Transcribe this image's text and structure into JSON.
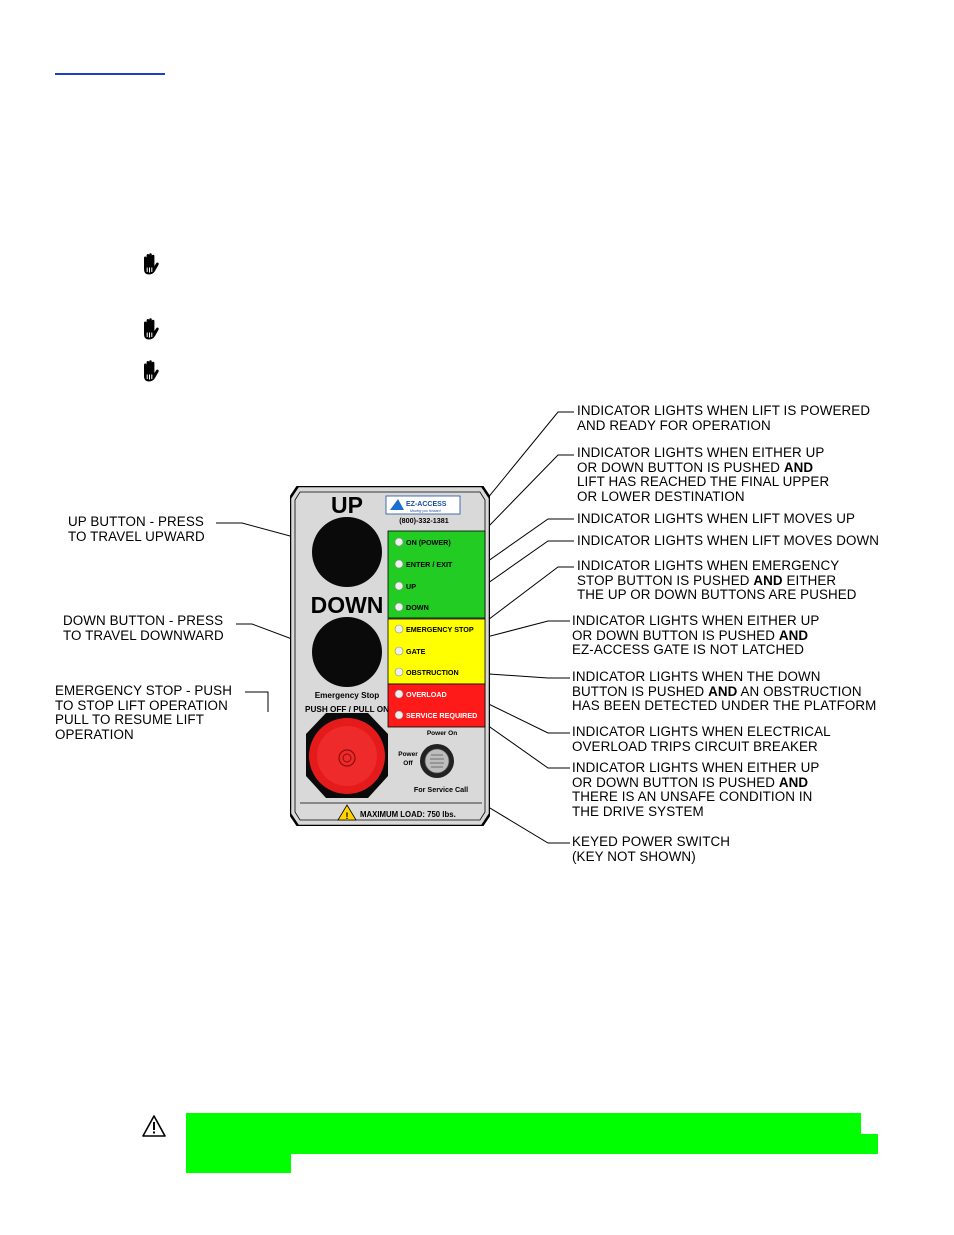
{
  "panel": {
    "up_label": "UP",
    "down_label": "DOWN",
    "brand": "EZ-ACCESS",
    "tagline": "Moving you forward",
    "phone": "(800)-332-1381",
    "estop_label_line1": "Emergency Stop",
    "estop_label_line2": "PUSH OFF / PULL ON",
    "power_on": "Power On",
    "power_off_line1": "Power",
    "power_off_line2": "Off",
    "service_call": "For Service Call",
    "max_load": "MAXIMUM LOAD: 750 lbs.",
    "indicators": {
      "on_power": "ON (POWER)",
      "enter_exit": "ENTER / EXIT",
      "up": "UP",
      "down": "DOWN",
      "emergency_stop": "EMERGENCY STOP",
      "gate": "GATE",
      "obstruction": "OBSTRUCTION",
      "overload": "OVERLOAD",
      "service_required": "SERVICE REQUIRED"
    },
    "colors": {
      "green": "#22cc22",
      "yellow": "#ffff00",
      "red": "#ff1a1a",
      "estop": "#e51b1b",
      "highlight": "#00ff00"
    }
  },
  "left_callouts": {
    "up_button": [
      "UP BUTTON - PRESS",
      "TO TRAVEL UPWARD"
    ],
    "down_button": [
      "DOWN BUTTON - PRESS",
      "TO TRAVEL DOWNWARD"
    ],
    "emergency_stop": [
      "EMERGENCY STOP - PUSH",
      "TO STOP LIFT OPERATION",
      "PULL TO RESUME LIFT",
      "OPERATION"
    ]
  },
  "right_callouts": {
    "power": [
      "INDICATOR LIGHTS WHEN LIFT IS POWERED",
      "AND READY FOR OPERATION"
    ],
    "enter_exit": {
      "line1": "INDICATOR LIGHTS WHEN EITHER UP",
      "line2_pre": "OR DOWN BUTTON IS PUSHED ",
      "line2_bold": "AND",
      "line3": "LIFT HAS REACHED THE FINAL UPPER",
      "line4": "OR LOWER DESTINATION"
    },
    "moves_up": "INDICATOR LIGHTS WHEN LIFT MOVES UP",
    "moves_down": "INDICATOR LIGHTS WHEN LIFT MOVES DOWN",
    "emergency": {
      "line1": "INDICATOR LIGHTS WHEN EMERGENCY",
      "line2_pre": "STOP BUTTON IS PUSHED ",
      "line2_bold": "AND",
      "line2_post": " EITHER",
      "line3": "THE UP OR DOWN BUTTONS ARE PUSHED"
    },
    "gate": {
      "line1": "INDICATOR LIGHTS WHEN EITHER UP",
      "line2_pre": "OR DOWN BUTTON IS PUSHED ",
      "line2_bold": "AND",
      "line3": "EZ-ACCESS GATE IS NOT LATCHED"
    },
    "obstruction": {
      "line1": "INDICATOR LIGHTS WHEN THE DOWN",
      "line2_pre": "BUTTON IS PUSHED ",
      "line2_bold": "AND",
      "line2_post": " AN OBSTRUCTION",
      "line3": "HAS BEEN DETECTED UNDER THE PLATFORM"
    },
    "overload": [
      "INDICATOR LIGHTS WHEN ELECTRICAL",
      "OVERLOAD TRIPS CIRCUIT BREAKER"
    ],
    "service": {
      "line1": "INDICATOR LIGHTS WHEN EITHER UP",
      "line2_pre": "OR DOWN BUTTON IS PUSHED ",
      "line2_bold": "AND",
      "line3": "THERE IS AN UNSAFE CONDITION IN",
      "line4": "THE DRIVE SYSTEM"
    },
    "key_switch": [
      "KEYED POWER SWITCH",
      "(KEY NOT SHOWN)"
    ]
  }
}
